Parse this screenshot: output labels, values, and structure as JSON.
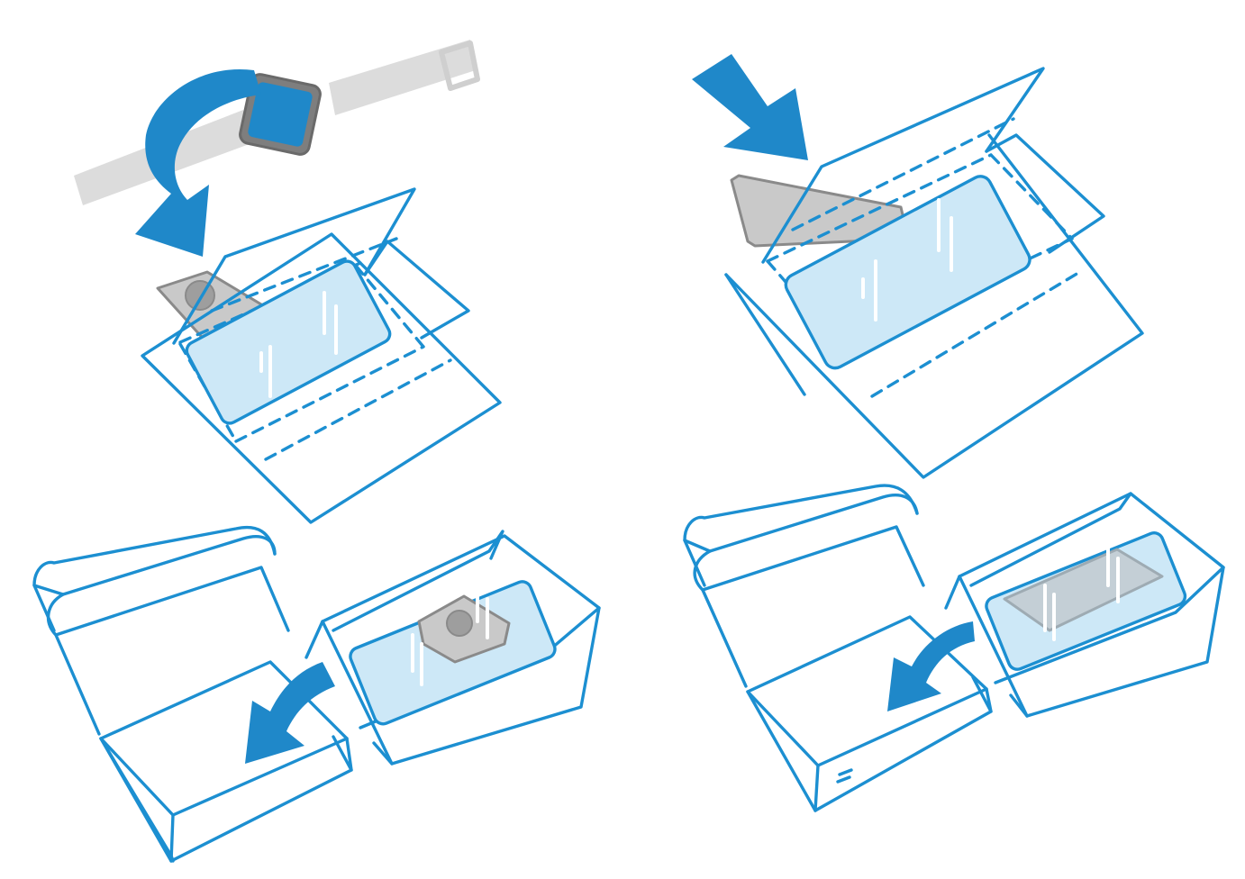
{
  "colors": {
    "outline": "#1c8fd1",
    "arrow": "#1f88c9",
    "window_fill": "#cde8f7",
    "device_fill": "#c9c9c9",
    "device_stroke": "#8a8a8a",
    "band_fill": "#dcdcdc",
    "watch_screen": "#1f88c9",
    "background": "#ffffff"
  },
  "panels": [
    {
      "id": "step-1",
      "icons": [
        "curved-arrow-icon",
        "smartwatch-icon",
        "open-sleeve-icon",
        "tracker-device-icon"
      ]
    },
    {
      "id": "step-2",
      "icons": [
        "straight-arrow-icon",
        "open-sleeve-icon",
        "phone-device-icon"
      ]
    },
    {
      "id": "step-3",
      "icons": [
        "open-box-icon",
        "curved-arrow-icon",
        "folded-sleeve-icon",
        "tracker-device-icon"
      ]
    },
    {
      "id": "step-4",
      "icons": [
        "open-box-icon",
        "curved-arrow-icon",
        "folded-sleeve-icon",
        "phone-device-icon"
      ]
    }
  ]
}
